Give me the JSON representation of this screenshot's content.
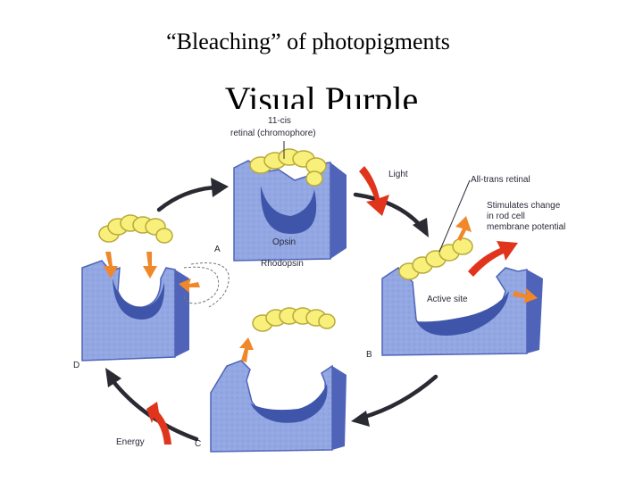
{
  "slide": {
    "title": "“Bleaching” of photopigments",
    "subtitle": "Visual Purple"
  },
  "diagram": {
    "labels": {
      "chromophore_line1": "11-cis",
      "chromophore_line2": "retinal (chromophore)",
      "opsin": "Opsin",
      "rhodopsin": "Rhodopsin",
      "light": "Light",
      "all_trans": "All-trans retinal",
      "stim_line1": "Stimulates change",
      "stim_line2": "in rod cell",
      "stim_line3": "membrane potential",
      "active_site": "Active site",
      "energy": "Energy",
      "stage_a": "A",
      "stage_b": "B",
      "stage_c": "C",
      "stage_d": "D"
    },
    "colors": {
      "protein_front": "#93a7e3",
      "protein_side": "#4f64b8",
      "protein_dark": "#3f55aa",
      "retinal": "#f8f07a",
      "retinal_outline": "#b9a93a",
      "orange_arrow": "#f0882a",
      "red_arrow": "#e0341c",
      "cycle_arrow": "#2a2a33"
    }
  }
}
